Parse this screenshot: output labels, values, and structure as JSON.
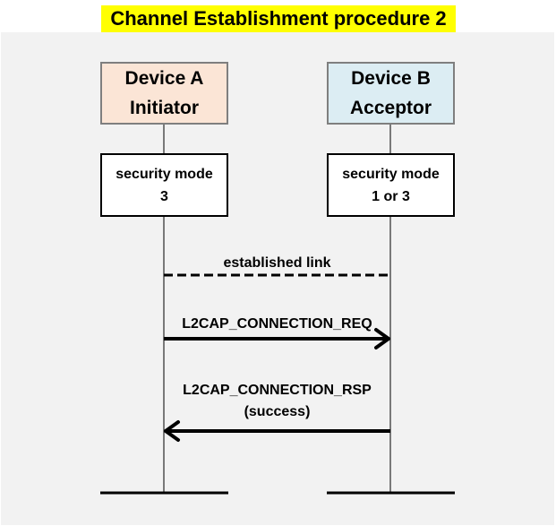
{
  "title": "Channel Establishment procedure 2",
  "device_a": {
    "name": "Device A",
    "role": "Initiator",
    "mode_line1": "security mode",
    "mode_line2": "3"
  },
  "device_b": {
    "name": "Device B",
    "role": "Acceptor",
    "mode_line1": "security mode",
    "mode_line2": "1 or 3"
  },
  "messages": {
    "link": "established link",
    "req": "L2CAP_CONNECTION_REQ",
    "rsp": "L2CAP_CONNECTION_RSP",
    "rsp_note": "(success)"
  }
}
